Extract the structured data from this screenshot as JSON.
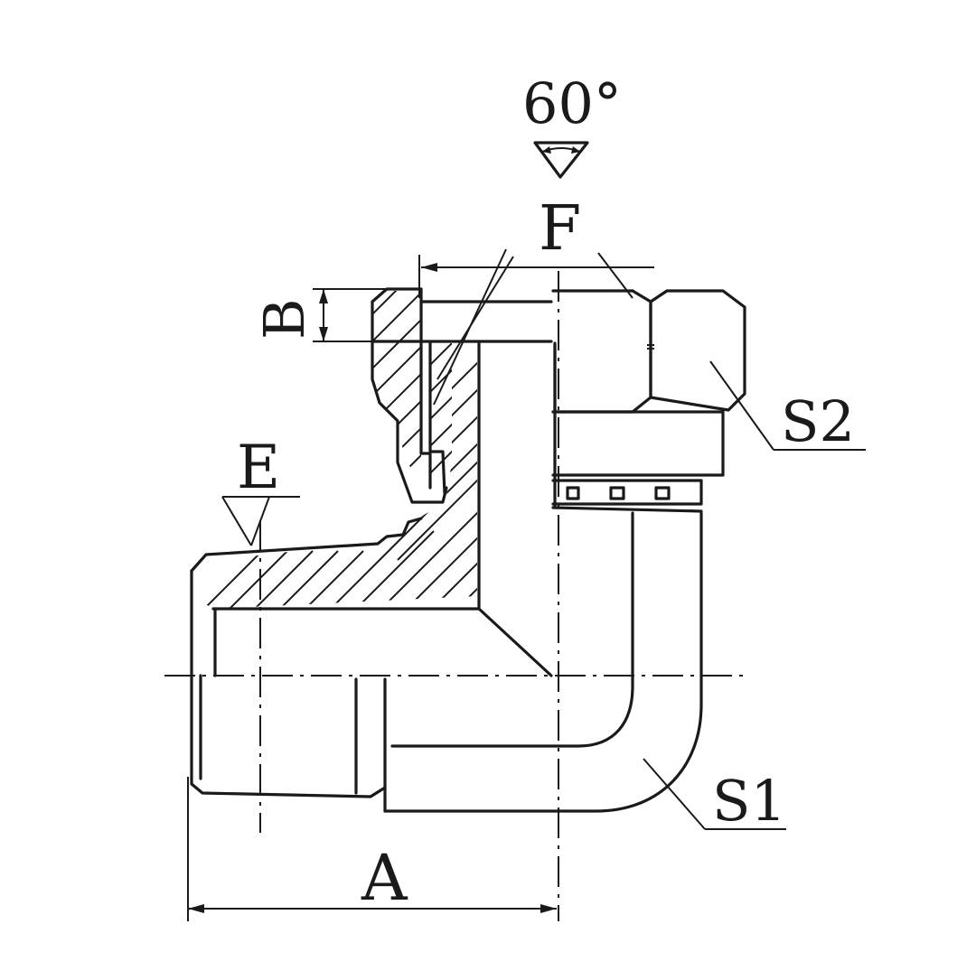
{
  "diagram": {
    "labels": {
      "angle": "60°",
      "F": "F",
      "B": "B",
      "E": "E",
      "A": "A",
      "S1": "S1",
      "S2": "S2"
    }
  }
}
